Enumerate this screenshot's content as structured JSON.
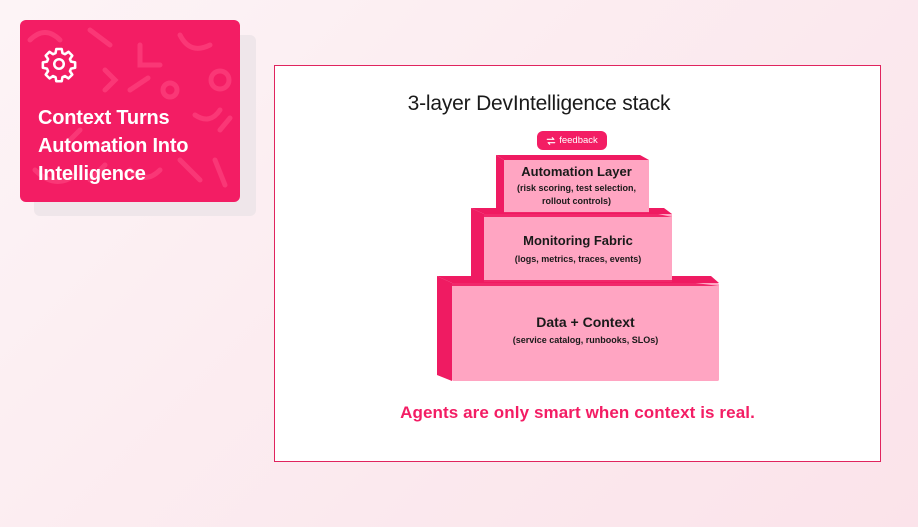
{
  "title_card": {
    "icon": "gear-icon",
    "title": "Context Turns Automation Into Intelligence",
    "title_lines": [
      "Context Turns",
      "Automation Into",
      "Intelligence"
    ],
    "background_color": "#f31d64"
  },
  "diagram": {
    "title": "3-layer DevIntelligence stack",
    "feedback_badge": {
      "icon": "loop-arrows-icon",
      "label": "feedback"
    },
    "layers": [
      {
        "name": "Automation Layer",
        "subtitle_lines": [
          "(risk scoring, test selection,",
          "rollout controls)"
        ]
      },
      {
        "name": "Monitoring Fabric",
        "subtitle_lines": [
          "(logs, metrics, traces, events)"
        ]
      },
      {
        "name": "Data + Context",
        "subtitle_lines": [
          "(service catalog, runbooks, SLOs)"
        ]
      }
    ],
    "tagline": "Agents are only smart when context is real.",
    "colors": {
      "accent": "#f31d64",
      "box_face": "#ffa5c2",
      "box_side": "#ef1b62",
      "frame_border": "#e0245e"
    }
  }
}
